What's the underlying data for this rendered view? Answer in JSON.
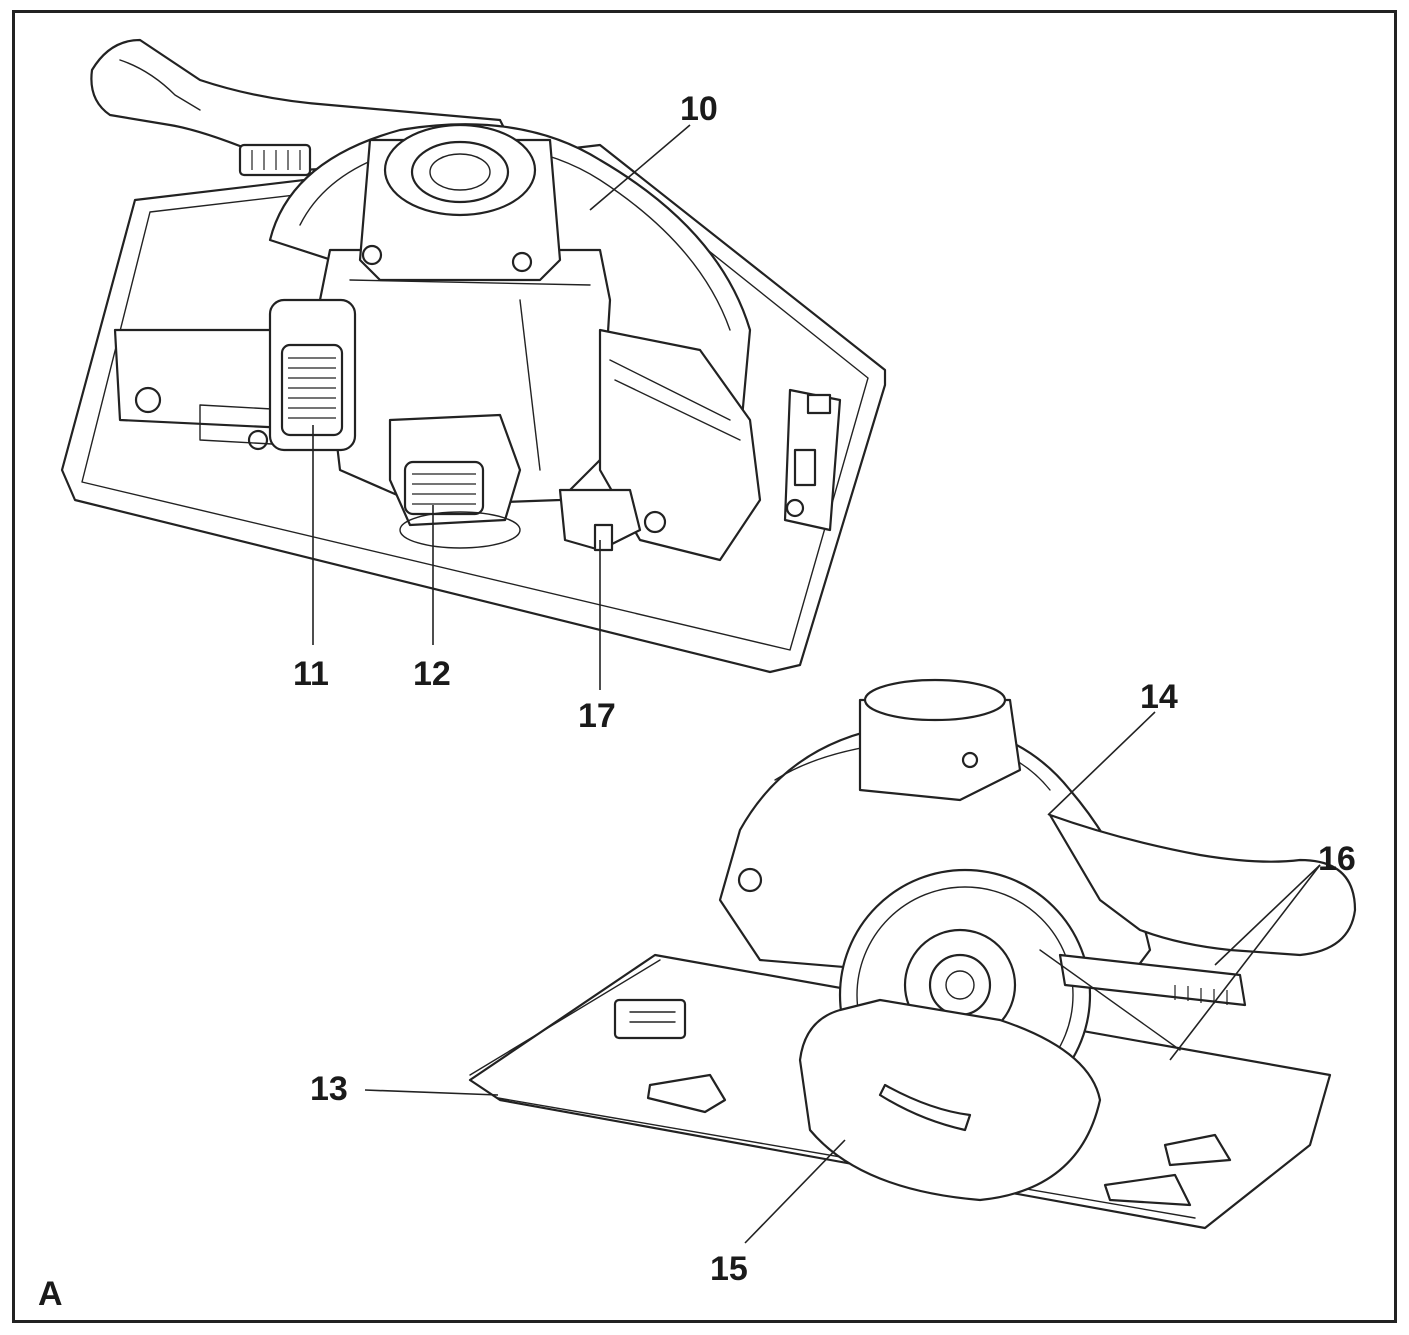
{
  "figure": {
    "letter": "A"
  },
  "callouts": {
    "c10": "10",
    "c11": "11",
    "c12": "12",
    "c13": "13",
    "c14": "14",
    "c15": "15",
    "c16": "16",
    "c17": "17"
  },
  "colors": {
    "line": "#222222",
    "background": "#ffffff"
  }
}
